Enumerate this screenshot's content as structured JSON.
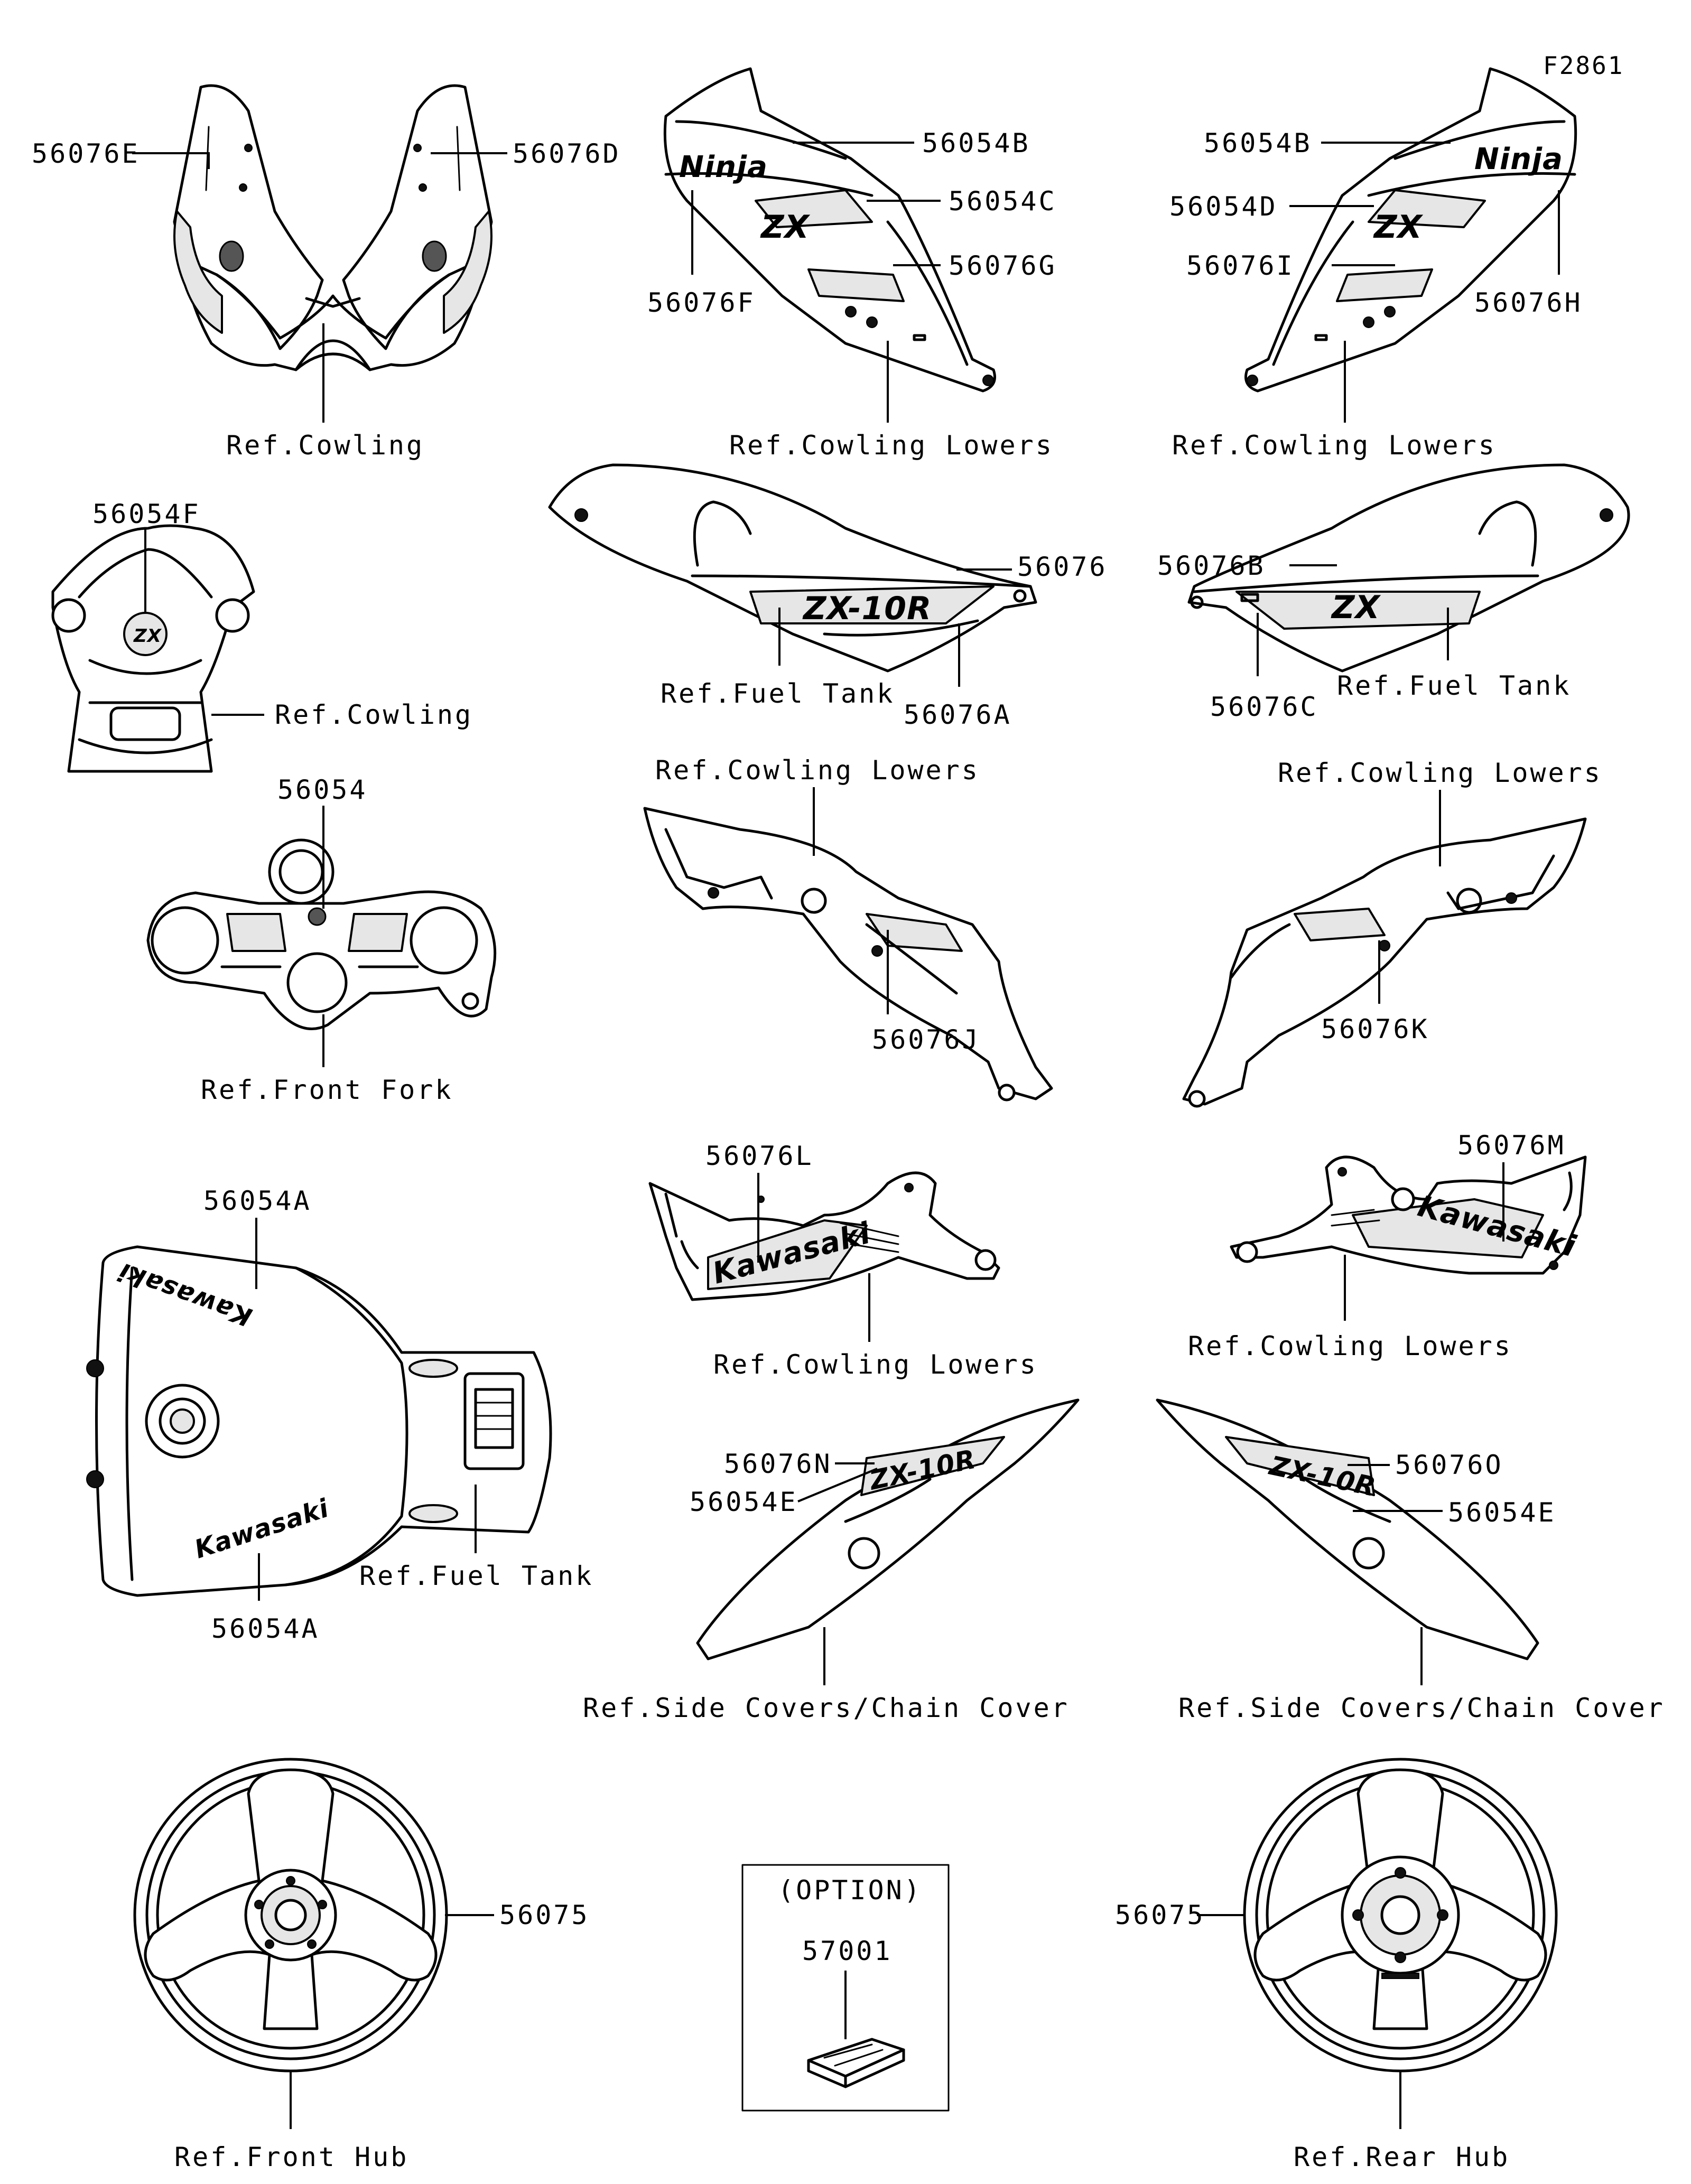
{
  "figure_code": "F2861",
  "brand_marks": {
    "ninja": "Ninja",
    "zx": "ZX",
    "kawasaki": "Kawasaki",
    "model_badge": "ZX-10R"
  },
  "callouts": {
    "p56076E": "56076E",
    "p56076D": "56076D",
    "ref_cowling_upper": "Ref.Cowling",
    "p56054F": "56054F",
    "ref_cowling_meter": "Ref.Cowling",
    "p56054": "56054",
    "ref_front_fork": "Ref.Front Fork",
    "p56054A_top": "56054A",
    "p56054A_bottom": "56054A",
    "ref_fuel_tank_main": "Ref.Fuel Tank",
    "p56054B_left": "56054B",
    "p56054C": "56054C",
    "p56076G": "56076G",
    "p56076F": "56076F",
    "ref_cowling_lowers_1": "Ref.Cowling Lowers",
    "p56054B_right": "56054B",
    "p56054D": "56054D",
    "p56076I": "56076I",
    "p56076H": "56076H",
    "ref_cowling_lowers_2": "Ref.Cowling Lowers",
    "p56076": "56076",
    "ref_fuel_tank_left": "Ref.Fuel Tank",
    "p56076A": "56076A",
    "p56076B": "56076B",
    "p56076C": "56076C",
    "ref_fuel_tank_right": "Ref.Fuel Tank",
    "ref_cowling_lowers_3": "Ref.Cowling Lowers",
    "p56076J": "56076J",
    "p56076L": "56076L",
    "ref_cowling_lowers_4": "Ref.Cowling Lowers",
    "ref_cowling_lowers_5": "Ref.Cowling Lowers",
    "p56076K": "56076K",
    "p56076M": "56076M",
    "ref_cowling_lowers_6": "Ref.Cowling Lowers",
    "p56076N": "56076N",
    "p56054E_left": "56054E",
    "ref_side_covers_left": "Ref.Side Covers/Chain Cover",
    "p56076O": "56076O",
    "p56054E_right": "56054E",
    "ref_side_covers_right": "Ref.Side Covers/Chain Cover",
    "p56075_front": "56075",
    "ref_front_hub": "Ref.Front Hub",
    "option_label": "(OPTION)",
    "p57001": "57001",
    "p56075_rear": "56075",
    "ref_rear_hub": "Ref.Rear Hub"
  }
}
